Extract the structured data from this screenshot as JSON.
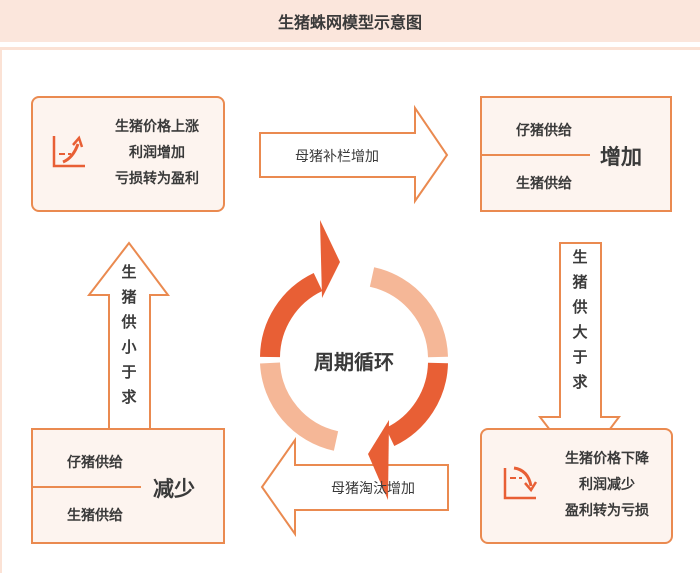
{
  "title": "生猪蛛网模型示意图",
  "center_label": "周期循环",
  "top_left": {
    "lines": [
      "生猪价格上涨",
      "利润增加",
      "亏损转为盈利"
    ],
    "icon": "chart-up-icon"
  },
  "top_right": {
    "top": "仔猪供给",
    "bottom": "生猪供给",
    "result": "增加"
  },
  "bottom_left": {
    "top": "仔猪供给",
    "bottom": "生猪供给",
    "result": "减少"
  },
  "bottom_right": {
    "lines": [
      "生猪价格下降",
      "利润减少",
      "盈利转为亏损"
    ],
    "icon": "chart-down-icon"
  },
  "arrow_right": "母猪补栏增加",
  "arrow_left": "母猪淘汰增加",
  "arrow_down": [
    "生",
    "猪",
    "供",
    "大",
    "于",
    "求"
  ],
  "arrow_up": [
    "生",
    "猪",
    "供",
    "小",
    "于",
    "求"
  ],
  "colors": {
    "accent": "#ea8a50",
    "dark_arc": "#e85f35",
    "light_arc": "#f5b797",
    "box_bg": "#fdf4ef",
    "header_bg": "#fbe6dc"
  }
}
